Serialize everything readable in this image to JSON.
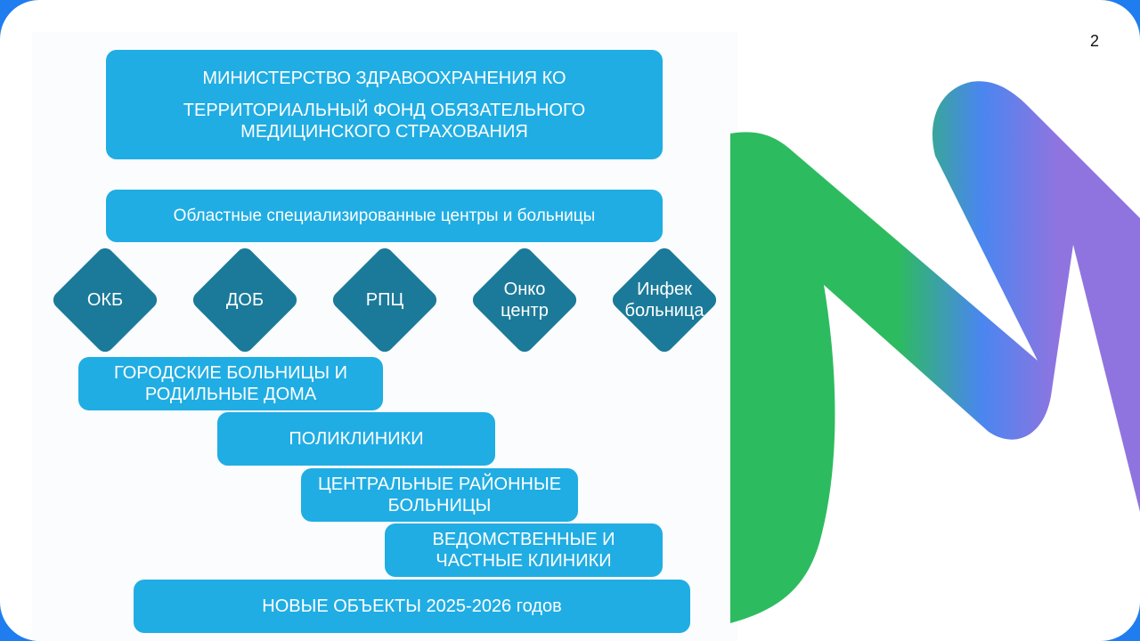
{
  "page_number": "2",
  "top_box": {
    "line1": "МИНИСТЕРСТВО ЗДРАВООХРАНЕНИЯ КО",
    "line2": "ТЕРРИТОРИАЛЬНЫЙ ФОНД ОБЯЗАТЕЛЬНОГО",
    "line3": "МЕДИЦИНСКОГО СТРАХОВАНИЯ"
  },
  "regional_box": "Областные специализированные центры и больницы",
  "diamonds": [
    {
      "l1": "ОКБ",
      "l2": ""
    },
    {
      "l1": "ДОБ",
      "l2": ""
    },
    {
      "l1": "РПЦ",
      "l2": ""
    },
    {
      "l1": "Онко",
      "l2": "центр"
    },
    {
      "l1": "Инфек",
      "l2": "больница"
    }
  ],
  "steps": [
    {
      "l1": "ГОРОДСКИЕ БОЛЬНИЦЫ И",
      "l2": "РОДИЛЬНЫЕ ДОМА"
    },
    {
      "l1": "ПОЛИКЛИНИКИ",
      "l2": ""
    },
    {
      "l1": "ЦЕНТРАЛЬНЫЕ РАЙОННЫЕ",
      "l2": "БОЛЬНИЦЫ"
    },
    {
      "l1": "ВЕДОМСТВЕННЫЕ И",
      "l2": "ЧАСТНЫЕ КЛИНИКИ"
    },
    {
      "l1": "НОВЫЕ ОБЪЕКТЫ 2025-2026 годов",
      "l2": ""
    }
  ],
  "colors": {
    "box": "#20ade3",
    "diamond": "#1b7a99",
    "frame": "#1f7df0",
    "logo_green": "#2dbb5f",
    "logo_blue": "#4a86f0",
    "logo_purple": "#8f74e0"
  },
  "icons": [
    "brand-logo-graphic"
  ]
}
